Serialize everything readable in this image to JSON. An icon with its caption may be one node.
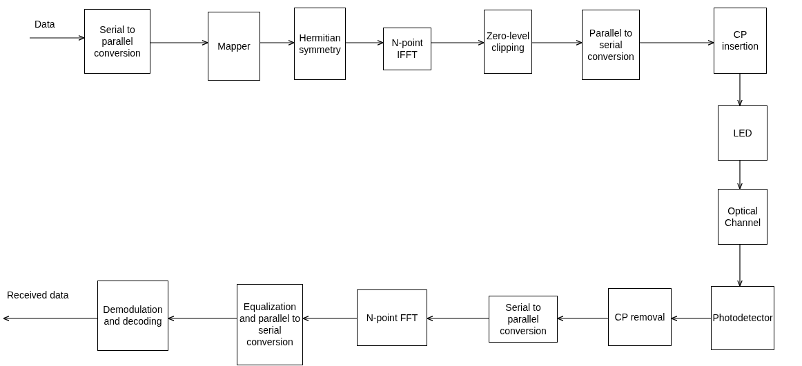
{
  "diagram": {
    "nodes": [
      {
        "text": [
          "Serial to parallel conversion"
        ]
      },
      {
        "text": [
          "Mapper"
        ]
      },
      {
        "text": [
          "Hermitian symmetry"
        ]
      },
      {
        "text": [
          "N-point IFFT"
        ]
      },
      {
        "text": [
          "Zero-level clipping"
        ]
      },
      {
        "text": [
          "Parallel to serial conversion"
        ]
      },
      {
        "text": [
          "CP insertion"
        ]
      },
      {
        "text": [
          "LED"
        ]
      },
      {
        "text": [
          "Optical Channel"
        ]
      },
      {
        "text": [
          "Photodetector"
        ]
      },
      {
        "text": [
          "CP removal"
        ]
      },
      {
        "text": [
          "Serial to parallel conversion"
        ]
      },
      {
        "text": [
          "N-point FFT"
        ]
      },
      {
        "text": [
          "Equalization and parallel to serial conversion"
        ]
      },
      {
        "text": [
          "Demodulation and decoding"
        ]
      }
    ],
    "edges": [
      {
        "from": null,
        "to": 0,
        "arrow": "to",
        "label": "Data"
      },
      {
        "from": 0,
        "to": 1,
        "arrow": "to"
      },
      {
        "from": 1,
        "to": 2,
        "arrow": "to"
      },
      {
        "from": 2,
        "to": 3,
        "arrow": "to"
      },
      {
        "from": 3,
        "to": 4,
        "arrow": "to"
      },
      {
        "from": 4,
        "to": 5,
        "arrow": "to"
      },
      {
        "from": 5,
        "to": 6,
        "arrow": "to"
      },
      {
        "from": 6,
        "to": 7,
        "arrow": "to"
      },
      {
        "from": 7,
        "to": 8,
        "arrow": "to"
      },
      {
        "from": 8,
        "to": 9,
        "arrow": "to"
      },
      {
        "from": 9,
        "to": 10,
        "arrow": "to"
      },
      {
        "from": 10,
        "to": 11,
        "arrow": "to"
      },
      {
        "from": 11,
        "to": 12,
        "arrow": "to"
      },
      {
        "from": 12,
        "to": 13,
        "arrow": "to"
      },
      {
        "from": 13,
        "to": 14,
        "arrow": "to"
      },
      {
        "from": 14,
        "to": null,
        "arrow": "to",
        "label": "Received data"
      }
    ]
  }
}
